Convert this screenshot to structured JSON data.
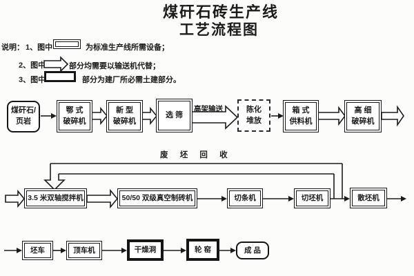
{
  "title": {
    "line1": "煤矸石砖生产线",
    "line2": "工艺流程图"
  },
  "legend": {
    "heading": "说明：",
    "items": [
      {
        "label": "1、图中",
        "symbol": "standard-equipment-double-box",
        "desc": "为标准生产线所需设备；"
      },
      {
        "label": "2、图中",
        "symbol": "conveyor-hollow-arrow",
        "desc": "部分均需要以输送机代替；"
      },
      {
        "label": "3、图中",
        "symbol": "civil-construction-thick-box",
        "desc": "部分为建厂所必需土建部分。"
      }
    ]
  },
  "flow": {
    "row1": {
      "material": "煤矸石/\n页岩",
      "jaw_crusher": "鄂 式\n破碎机",
      "new_crusher": "新 型\n破碎机",
      "sieve": "选 筛",
      "conveyor_label": "高架输送",
      "aging": "陈化\n堆放",
      "box_feeder": "箱 式\n供料机",
      "fine_crusher": "高 细\n破碎机"
    },
    "row2": {
      "recycle_label": "废 坯 回 收",
      "mixer": "3.5 米双轴搅拌机",
      "brick_machine": "50/50 双级真空制砖机",
      "strip_cutter": "切条机",
      "blank_cutter": "切坯机",
      "blank_spreader": "散坯机"
    },
    "row3": {
      "blank_cart": "坯车",
      "cart_pusher": "顶车机",
      "drying_tunnel": "干燥洞",
      "ring_kiln": "轮 窑",
      "finished_product": "成 品"
    }
  },
  "colors": {
    "ink": "#1b1b1b",
    "background": "#fcfcfa"
  }
}
